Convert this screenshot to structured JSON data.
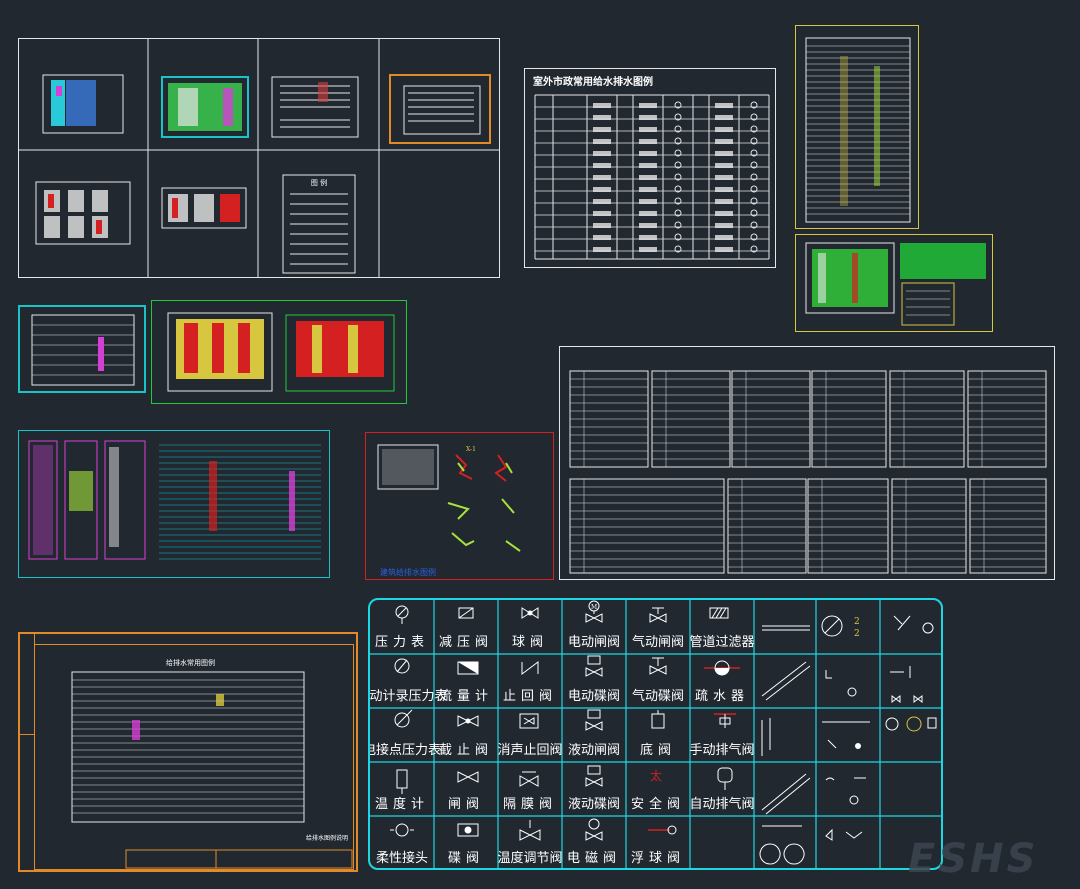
{
  "drawing": {
    "title_outdoor_legend": "室外市政常用给水排水图例",
    "title_bottom_left_sheet": "给排水常用图例",
    "label_blue_drawing": "建筑给排水图例",
    "label_bottom_note": "给排水图例说明"
  },
  "legend_table": {
    "rows": [
      [
        "压力表",
        "减压阀",
        "球阀",
        "电动闸阀",
        "气动闸阀",
        "管道过滤器"
      ],
      [
        "自动计录压力表",
        "流量计",
        "止回阀",
        "电动碟阀",
        "气动碟阀",
        "疏水器"
      ],
      [
        "电接点压力表",
        "截止阀",
        "消声止回阀",
        "液动闸阀",
        "底阀",
        "手动排气阀"
      ],
      [
        "温度计",
        "闸阀",
        "隔膜阀",
        "液动碟阀",
        "安全阀",
        "自动排气阀"
      ],
      [
        "柔性接头",
        "碟阀",
        "温度调节阀",
        "电磁阀",
        "浮球阀",
        ""
      ]
    ]
  },
  "watermark": "ESHS",
  "colors": {
    "background": "#212830",
    "legend_border": "#1fd7e0",
    "sheet_border": "#e6e6e6",
    "orange_frame": "#e08a2a",
    "yellow_frame": "#d7c640",
    "green_frame": "#22c93a",
    "red_frame": "#d42020",
    "cyan_frame": "#19c4c8"
  }
}
